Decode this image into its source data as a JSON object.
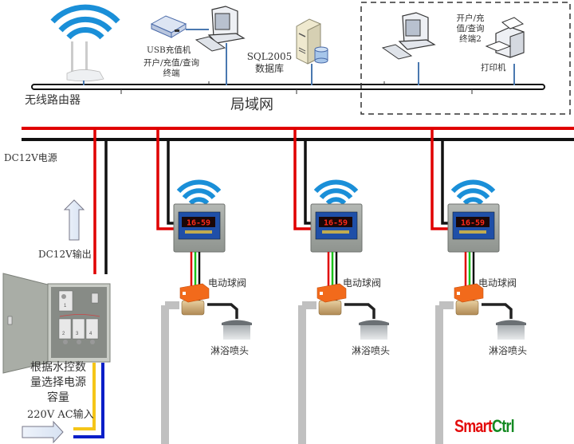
{
  "title": "SmartCtrl 淋浴水控系统拓扑",
  "network": {
    "lan_label": "局域网",
    "router_label": "无线路由器",
    "usb_recharger_label": "USB充值机",
    "terminal1_label_lines": [
      "开户/充值/查询",
      "终端"
    ],
    "db_label_lines": [
      "SQL2005",
      "数据库"
    ],
    "terminal2_label_lines": [
      "开户/充",
      "值/查询",
      "终端2"
    ],
    "printer_label": "打印机"
  },
  "power": {
    "dc_bus_label": "DC12V电源",
    "dc_output_label": "DC12V输出",
    "capacity_note_lines": [
      "根据水控数",
      "量选择电源",
      "容量"
    ],
    "ac_input_label": "220V AC输入",
    "module_numbers": [
      "1",
      "2",
      "3",
      "4"
    ]
  },
  "controllers": [
    {
      "display": "16-59",
      "valve_label": "电动球阀",
      "shower_label": "淋浴喷头"
    },
    {
      "display": "16-59",
      "valve_label": "电动球阀",
      "shower_label": "淋浴喷头"
    },
    {
      "display": "16-59",
      "valve_label": "电动球阀",
      "shower_label": "淋浴喷头"
    }
  ],
  "brand": {
    "part1": "Smart",
    "part2": "Ctrl"
  },
  "colors": {
    "wifi_blue": "#1a8fd8",
    "power_red": "#e00000",
    "power_black": "#111111",
    "lan_link_blue": "#4a78b0",
    "ac_yellow": "#f5c518",
    "ac_blue": "#0a1fc8",
    "pipe_gray": "#c0c0c0",
    "valve_orange": "#f26a1b",
    "brand_red": "#e30b0b",
    "brand_green": "#148a22"
  }
}
